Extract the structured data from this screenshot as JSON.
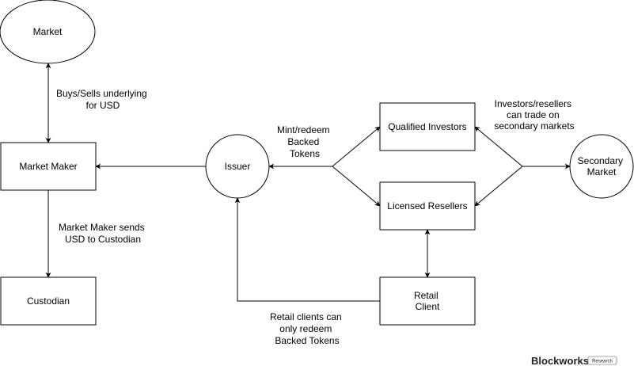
{
  "nodes": {
    "market": "Market",
    "market_maker": "Market Maker",
    "custodian": "Custodian",
    "issuer": "Issuer",
    "qualified_investors": "Qualified Investors",
    "licensed_resellers": "Licensed Resellers",
    "retail_client": [
      "Retail",
      "Client"
    ],
    "secondary_market": [
      "Secondary",
      "Market"
    ]
  },
  "edge_labels": {
    "buys_sells": [
      "Buys/Sells underlying",
      "for USD"
    ],
    "mm_sends": [
      "Market Maker sends",
      "USD to Custodian"
    ],
    "mint_redeem": [
      "Mint/redeem",
      "Backed",
      "Tokens"
    ],
    "investors_trade": [
      "Investors/resellers",
      "can trade on",
      "secondary markets"
    ],
    "retail_redeem": [
      "Retail clients can",
      "only redeem",
      "Backed Tokens"
    ]
  },
  "brand": {
    "name": "Blockworks",
    "badge": "Research"
  }
}
